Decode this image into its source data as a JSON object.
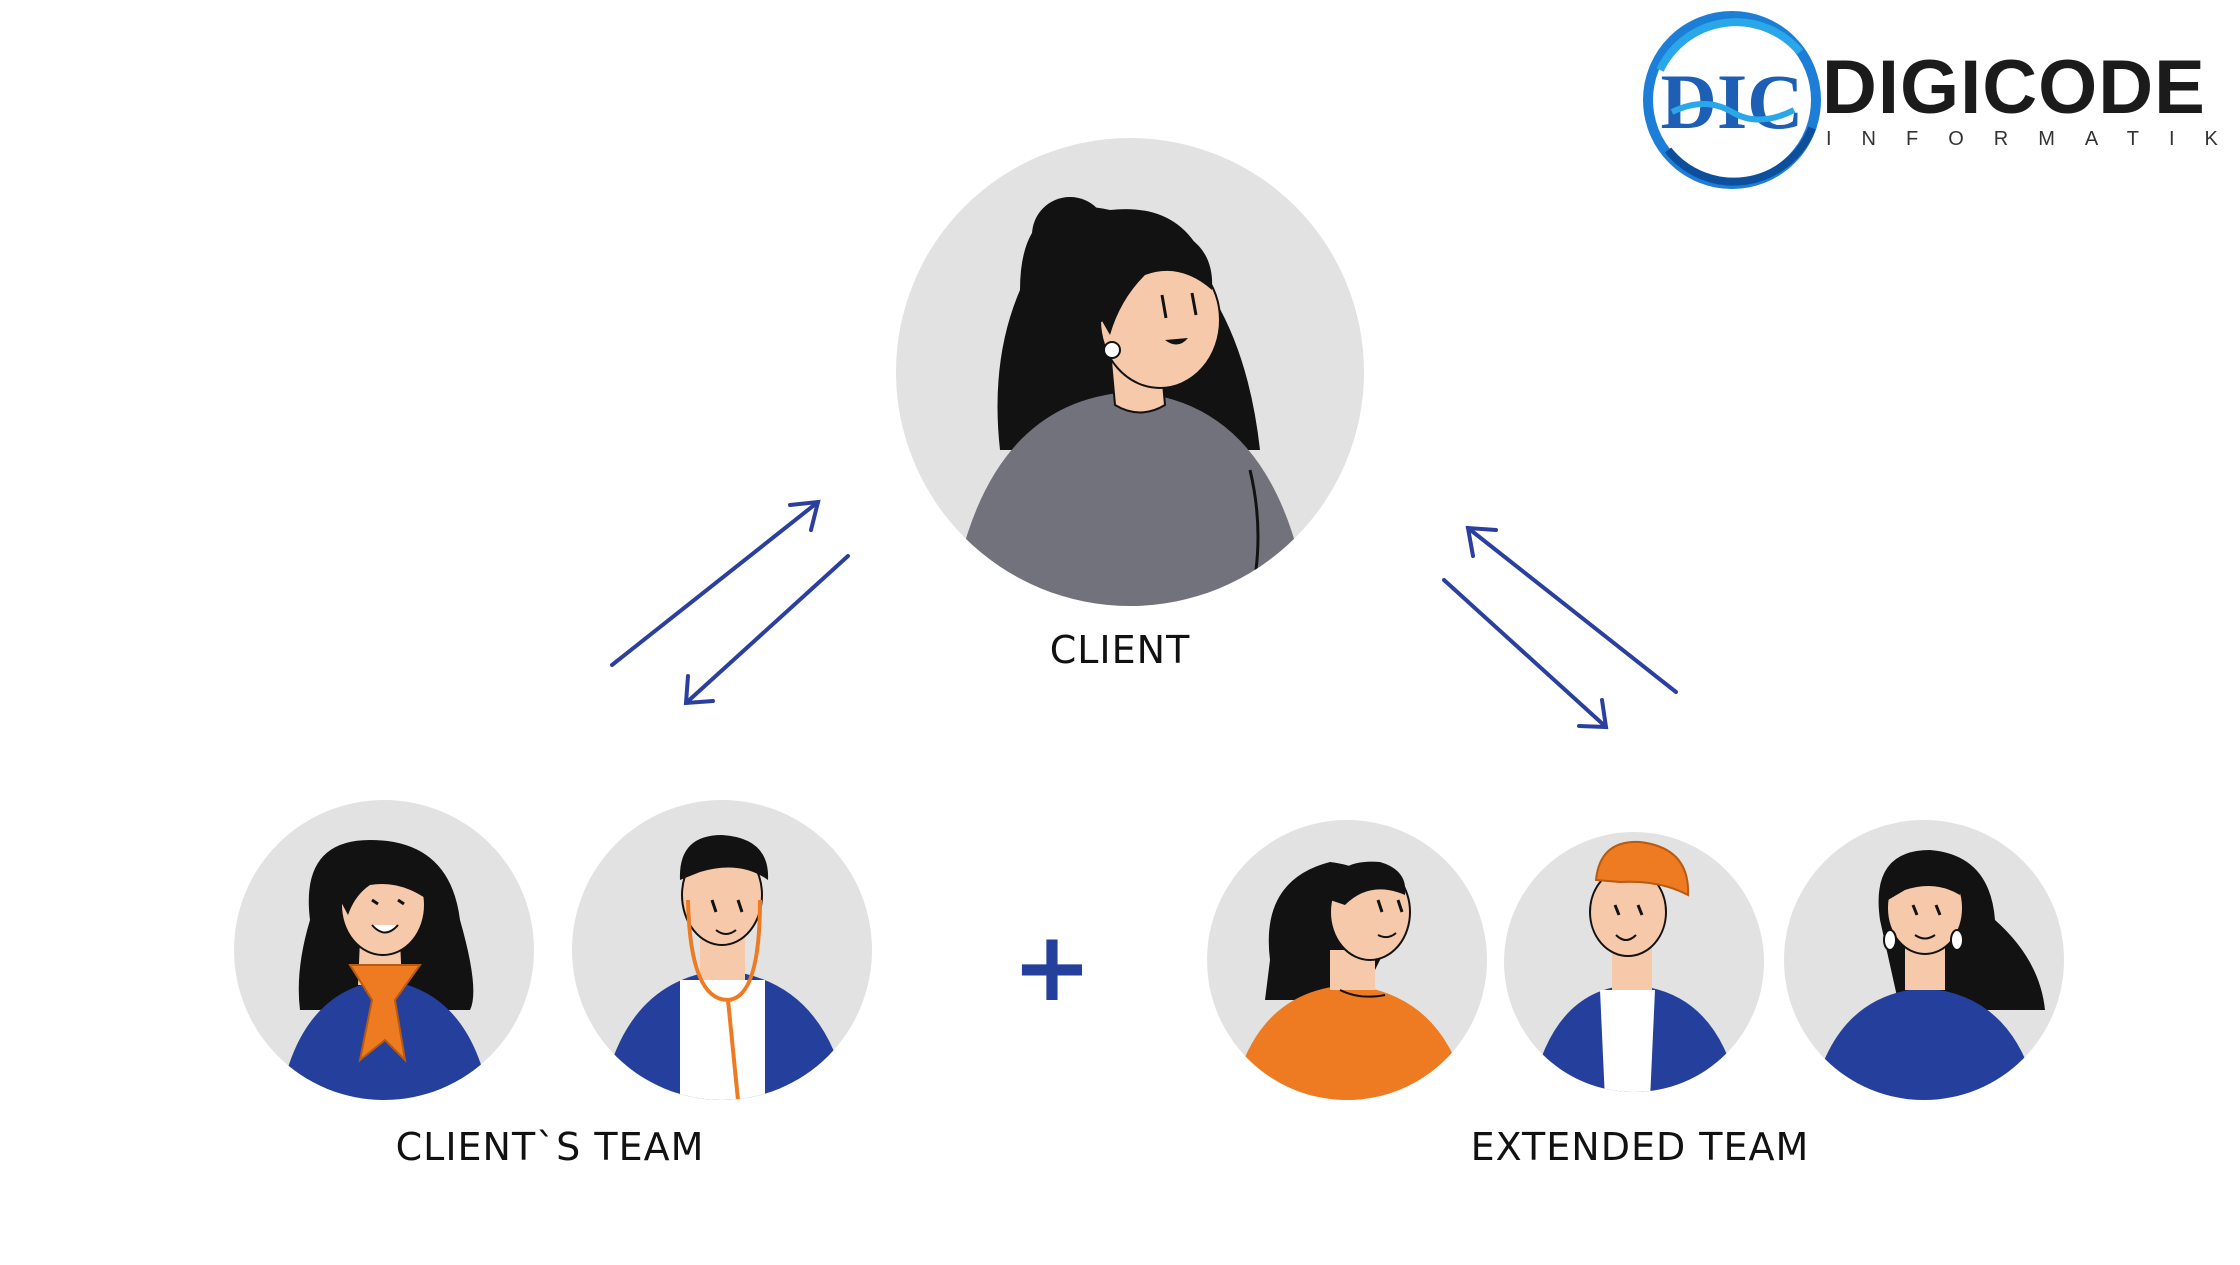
{
  "logo": {
    "name": "DIGICODE",
    "tagline": "INFORMATIK",
    "monogram": "DIC"
  },
  "nodes": {
    "client": "CLIENT",
    "clients_team": "CLIENT`S TEAM",
    "extended_team": "EXTENDED TEAM"
  },
  "operator": "+",
  "colors": {
    "arrow": "#2b3f9e",
    "circle_bg": "#e2e2e2",
    "blue_shirt": "#24409c",
    "orange": "#ee7a22",
    "gray_shirt": "#72727d",
    "skin": "#f6c9ab",
    "hair": "#121212",
    "logo_blue": "#1d7ed8"
  }
}
